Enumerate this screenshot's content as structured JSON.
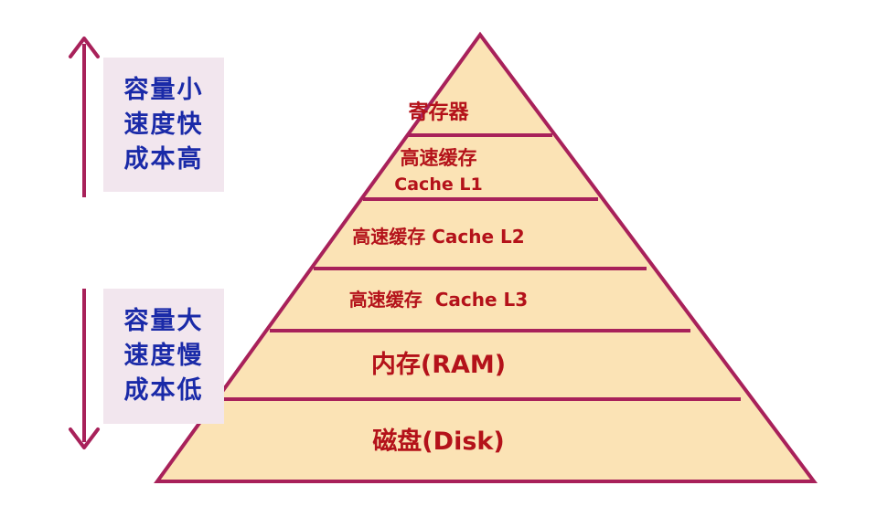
{
  "side_labels": {
    "top": {
      "line1": "容量小",
      "line2": "速度快",
      "line3": "成本高"
    },
    "bottom": {
      "line1": "容量大",
      "line2": "速度慢",
      "line3": "成本低"
    }
  },
  "pyramid": {
    "tiers": [
      {
        "label": "寄存器"
      },
      {
        "label_line1": "高速缓存",
        "label_line2": "Cache L1"
      },
      {
        "label": "高速缓存 Cache L2"
      },
      {
        "label": "高速缓存  Cache L3"
      },
      {
        "label": "内存(RAM)"
      },
      {
        "label": "磁盘(Disk)"
      }
    ]
  },
  "colors": {
    "pyramid_fill": "#fbe3b5",
    "pyramid_stroke": "#a8215a",
    "arrow": "#a8215a",
    "label_text": "#b4121a",
    "side_text": "#1a2aa8",
    "side_box_bg": "#f2e6ee"
  }
}
